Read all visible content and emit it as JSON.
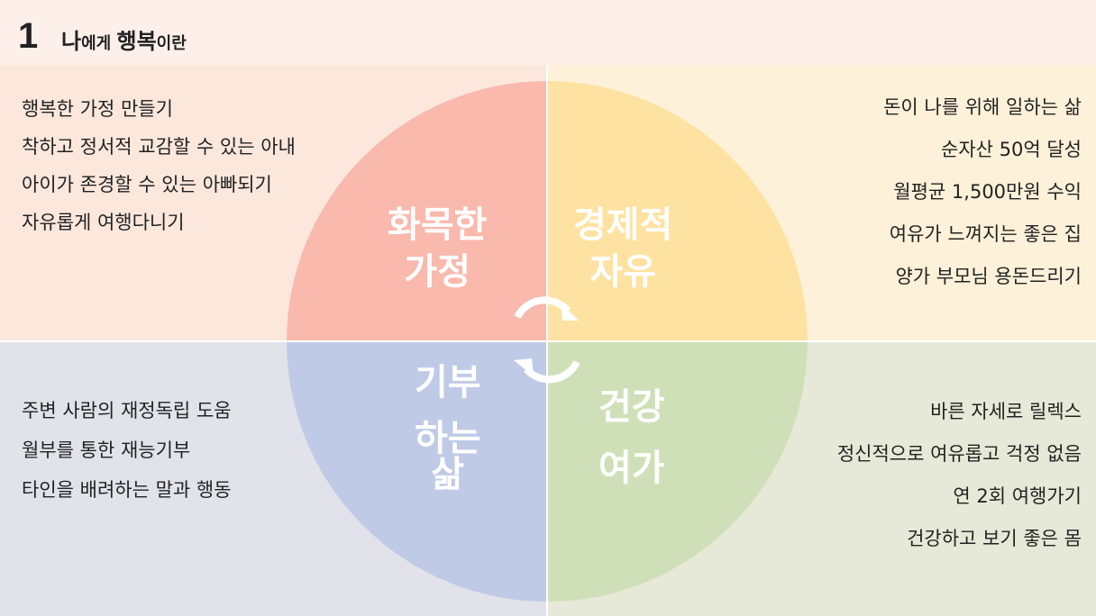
{
  "header": {
    "number": "1",
    "title_a": "나",
    "title_b": "에게 ",
    "title_c": "행복",
    "title_d": "이란"
  },
  "quadrants": {
    "family": {
      "label_1": "화목한",
      "label_2": "가정",
      "color": "#fab9ad",
      "items": [
        "행복한 가정 만들기",
        "착하고 정서적 교감할 수 있는 아내",
        "아이가 존경할 수 있는 아빠되기",
        "자유롭게 여행다니기"
      ]
    },
    "finance": {
      "label_1": "경제적",
      "label_2": "자유",
      "color": "#fee2a1",
      "items": [
        "돈이 나를 위해 일하는 삶",
        "순자산 50억 달성",
        "월평균 1,500만원 수익",
        "여유가 느껴지는 좋은 집",
        "양가 부모님 용돈드리기"
      ]
    },
    "giving": {
      "label_1": "기부",
      "label_2": "하는",
      "label_3": "삶",
      "color": "#bfcae6",
      "items": [
        "주변 사람의 재정독립 도움",
        "월부를 통한 재능기부",
        "타인을 배려하는 말과 행동"
      ]
    },
    "health": {
      "label_1": "건강",
      "label_2": "여가",
      "color": "#cfe0b8",
      "items": [
        "바른 자세로 릴렉스",
        "정신적으로 여유롭고 걱정 없음",
        "연 2회 여행가기",
        "건강하고 보기 좋은 몸"
      ]
    }
  }
}
